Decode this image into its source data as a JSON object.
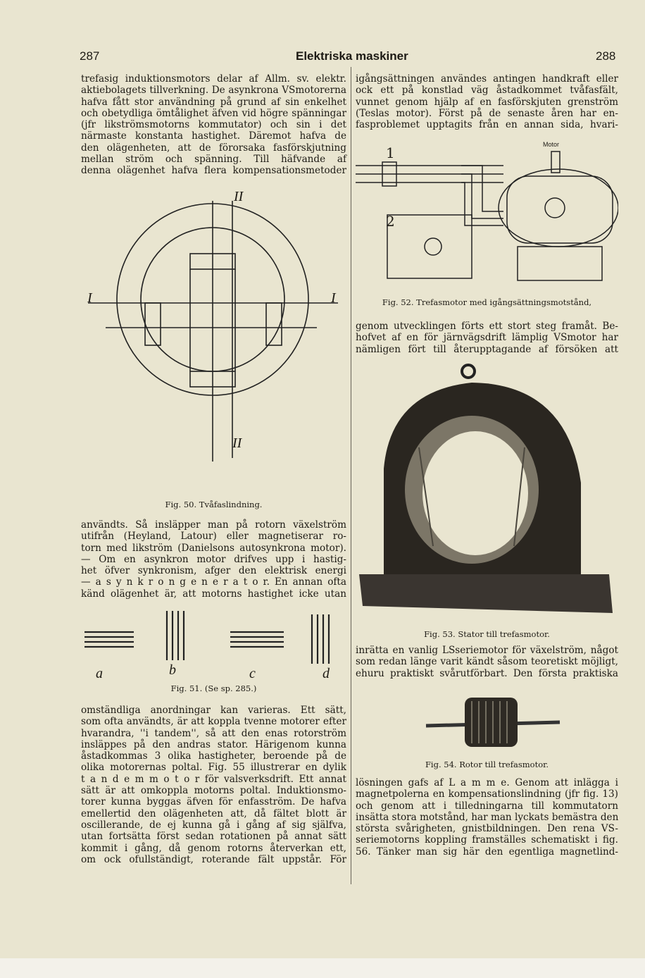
{
  "header": {
    "page_left": "287",
    "title": "Elektriska maskiner",
    "page_right": "288"
  },
  "left_col": {
    "block1": [
      "trefasig induktionsmotors delar af Allm. sv. elektr.",
      "aktiebolagets tillverkning. De asynkrona VSmotorerna",
      "hafva fått stor användning på grund af sin enkelhet",
      "och obetydliga ömtålighet äfven vid högre spänningar",
      "(jfr likströmsmotorns kommutator) och sin i det",
      "närmaste konstanta hastighet. Däremot hafva de",
      "den olägenheten, att de förorsaka fasförskjutning",
      "mellan ström och spänning. Till häfvande af",
      "denna olägenhet hafva flera kompensationsmetoder"
    ],
    "block2": [
      "användts. Så insläpper man på rotorn växelström",
      "utifrån (Heyland, Latour) eller magnetiserar ro-",
      "torn med likström (Danielsons autosynkrona motor).",
      "— Om en asynkron motor drifves upp i hastig-",
      "het öfver synkronism, afger den elektrisk energi",
      "— a s y n k r o n g e n e r a t o r. En annan ofta",
      "känd olägenhet är, att motorns hastighet icke utan"
    ],
    "block3": [
      "omständliga anordningar kan varieras. Ett sätt,",
      "som ofta användts, är att koppla tvenne motorer efter",
      "hvarandra, ''i tandem'', så att den enas rotorström",
      "insläppes på den andras stator. Härigenom kunna",
      "åstadkommas 3 olika hastigheter, beroende på de",
      "olika motorernas poltal. Fig. 55 illustrerar en dylik",
      "t a n d e m m o t o r för valsverksdrift. Ett annat",
      "sätt är att omkoppla motorns poltal. Induktionsmo-",
      "torer kunna byggas äfven för enfasström. De hafva",
      "emellertid den olägenheten att, då fältet blott är",
      "oscillerande, de ej kunna gå i gång af sig själfva,",
      "utan fortsätta först sedan rotationen på annat sätt",
      "kommit i gång, då genom rotorns återverkan ett,",
      "om ock ofullständigt, roterande fält uppstår. För"
    ]
  },
  "right_col": {
    "block1": [
      "igångsättningen användes antingen handkraft eller",
      "ock ett på konstlad väg åstadkommet tvåfasfält,",
      "vunnet genom hjälp af en fasförskjuten grenström",
      "(Teslas motor). Först på de senaste åren har en-",
      "fasproblemet upptagits från en annan sida, hvari-"
    ],
    "block2": [
      "genom utvecklingen förts ett stort steg framåt. Be-",
      "hofvet af en för järnvägsdrift lämplig VSmotor har",
      "nämligen fört till återupptagande af försöken att"
    ],
    "block3": [
      "inrätta en vanlig LSseriemotor för växelström, något",
      "som redan länge varit kändt såsom teoretiskt möjligt,",
      "ehuru praktiskt svårutförbart. Den första praktiska"
    ],
    "block4": [
      "lösningen gafs af L a m m e. Genom att inlägga i",
      "magnetpolerna en kompensationslindning (jfr fig. 13)",
      "och genom att i tilledningarna till kommutatorn",
      "insätta stora motstånd, har man lyckats bemästra den",
      "största svårigheten, gnistbildningen. Den rena VS-",
      "seriemotorns koppling framställes schematiskt i fig.",
      "56. Tänker man sig här den egentliga magnetlind-"
    ]
  },
  "figures": {
    "fig50": {
      "caption": "Fig. 50. Tvåfaslindning.",
      "labels": {
        "top": "II",
        "left": "I",
        "right": "I",
        "bottom": "II"
      }
    },
    "fig51": {
      "caption": "Fig. 51. (Se sp. 285.)",
      "labels": [
        "a",
        "b",
        "c",
        "d"
      ]
    },
    "fig52": {
      "caption": "Fig. 52. Trefasmotor med igångsättningsmotstånd,",
      "labels": {
        "one": "1",
        "two": "2",
        "motor": "Motor"
      }
    },
    "fig53": {
      "caption": "Fig. 53. Stator till trefasmotor."
    },
    "fig54": {
      "caption": "Fig. 54. Rotor till trefasmotor."
    }
  }
}
